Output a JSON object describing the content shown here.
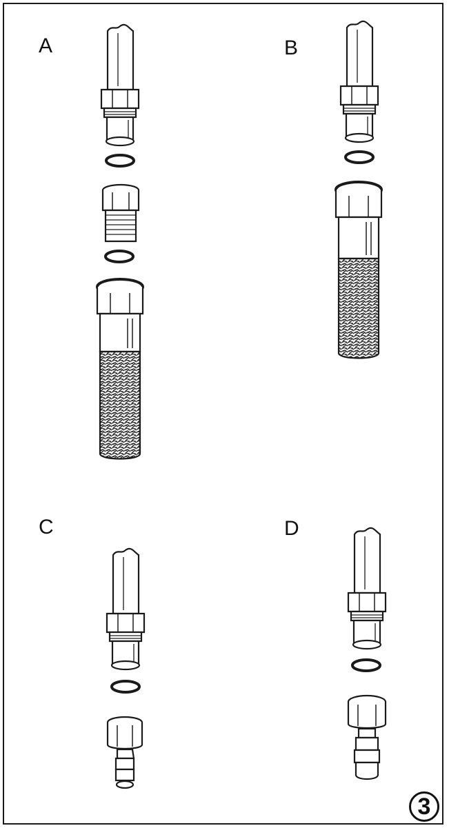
{
  "labels": {
    "a": "A",
    "b": "B",
    "c": "C",
    "d": "D"
  },
  "figure_number": "3",
  "colors": {
    "ink": "#1a1a1a",
    "paper": "#ffffff",
    "mesh": "#555555"
  }
}
